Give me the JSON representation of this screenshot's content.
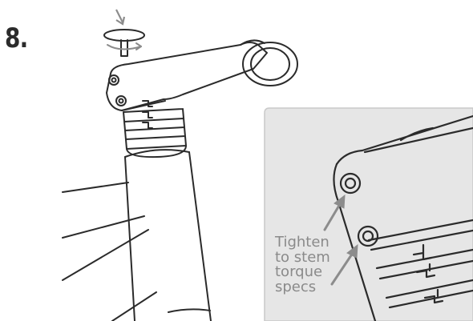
{
  "step": {
    "number": "8."
  },
  "callout": {
    "lines": [
      "Tighten",
      "to stem",
      "torque",
      "specs"
    ]
  },
  "colors": {
    "line_art": "#2b2b2b",
    "inset_background": "#e6e6e6",
    "inset_border": "#c9c9c9",
    "callout_text": "#8a8a8a",
    "arrow": "#8c8c8c"
  },
  "icons": {
    "step_arrow": "down-arrow-icon",
    "rotation": "rotation-arrow-icon",
    "callout_arrows": "pointer-arrow-icon"
  }
}
